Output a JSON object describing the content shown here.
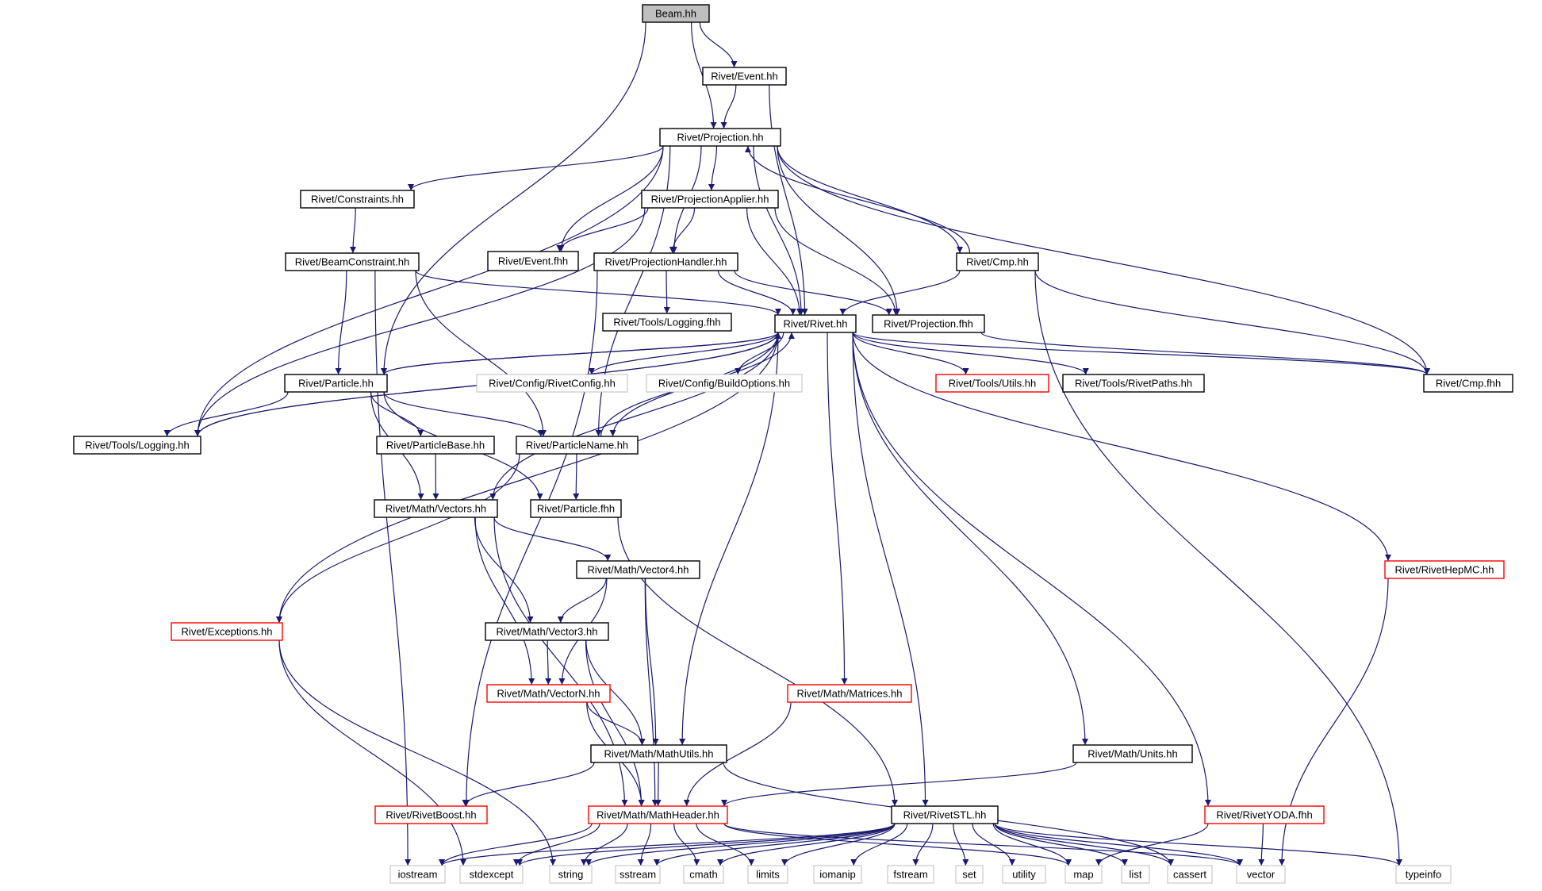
{
  "colors": {
    "edge": "#191970",
    "box_root_fill": "#bfbfbf",
    "box_border_normal": "#000000",
    "box_border_truncated": "#ff0000",
    "box_border_external": "#bfbfbf",
    "text": "#000000"
  },
  "nodes": [
    {
      "id": "beam_hh",
      "label": "Beam.hh",
      "style": "root"
    },
    {
      "id": "event_hh",
      "label": "Rivet/Event.hh",
      "style": "normal"
    },
    {
      "id": "projection_hh",
      "label": "Rivet/Projection.hh",
      "style": "normal"
    },
    {
      "id": "constraints_hh",
      "label": "Rivet/Constraints.hh",
      "style": "normal"
    },
    {
      "id": "projectionapplier_hh",
      "label": "Rivet/ProjectionApplier.hh",
      "style": "normal"
    },
    {
      "id": "beamconstraint_hh",
      "label": "Rivet/BeamConstraint.hh",
      "style": "normal"
    },
    {
      "id": "event_fhh",
      "label": "Rivet/Event.fhh",
      "style": "normal"
    },
    {
      "id": "projectionhandler_hh",
      "label": "Rivet/ProjectionHandler.hh",
      "style": "normal"
    },
    {
      "id": "cmp_hh",
      "label": "Rivet/Cmp.hh",
      "style": "normal"
    },
    {
      "id": "tools_logging_fhh",
      "label": "Rivet/Tools/Logging.fhh",
      "style": "normal"
    },
    {
      "id": "rivet_hh",
      "label": "Rivet/Rivet.hh",
      "style": "normal"
    },
    {
      "id": "projection_fhh",
      "label": "Rivet/Projection.fhh",
      "style": "normal"
    },
    {
      "id": "particle_hh",
      "label": "Rivet/Particle.hh",
      "style": "normal"
    },
    {
      "id": "rivetconfig_hh",
      "label": "Rivet/Config/RivetConfig.hh",
      "style": "external"
    },
    {
      "id": "buildoptions_hh",
      "label": "Rivet/Config/BuildOptions.hh",
      "style": "external"
    },
    {
      "id": "tools_utils_hh",
      "label": "Rivet/Tools/Utils.hh",
      "style": "truncated"
    },
    {
      "id": "tools_rivetpaths_hh",
      "label": "Rivet/Tools/RivetPaths.hh",
      "style": "normal"
    },
    {
      "id": "cmp_fhh",
      "label": "Rivet/Cmp.fhh",
      "style": "normal"
    },
    {
      "id": "tools_logging_hh",
      "label": "Rivet/Tools/Logging.hh",
      "style": "normal"
    },
    {
      "id": "particlebase_hh",
      "label": "Rivet/ParticleBase.hh",
      "style": "normal"
    },
    {
      "id": "particlename_hh",
      "label": "Rivet/ParticleName.hh",
      "style": "normal"
    },
    {
      "id": "math_vectors_hh",
      "label": "Rivet/Math/Vectors.hh",
      "style": "normal"
    },
    {
      "id": "particle_fhh",
      "label": "Rivet/Particle.fhh",
      "style": "normal"
    },
    {
      "id": "math_vector4_hh",
      "label": "Rivet/Math/Vector4.hh",
      "style": "normal"
    },
    {
      "id": "rivethepmc_hh",
      "label": "Rivet/RivetHepMC.hh",
      "style": "truncated"
    },
    {
      "id": "exceptions_hh",
      "label": "Rivet/Exceptions.hh",
      "style": "truncated"
    },
    {
      "id": "math_vector3_hh",
      "label": "Rivet/Math/Vector3.hh",
      "style": "normal"
    },
    {
      "id": "math_vectorn_hh",
      "label": "Rivet/Math/VectorN.hh",
      "style": "truncated"
    },
    {
      "id": "math_matrices_hh",
      "label": "Rivet/Math/Matrices.hh",
      "style": "truncated"
    },
    {
      "id": "math_mathutils_hh",
      "label": "Rivet/Math/MathUtils.hh",
      "style": "normal"
    },
    {
      "id": "math_units_hh",
      "label": "Rivet/Math/Units.hh",
      "style": "normal"
    },
    {
      "id": "rivetboost_hh",
      "label": "Rivet/RivetBoost.hh",
      "style": "truncated"
    },
    {
      "id": "math_mathheader_hh",
      "label": "Rivet/Math/MathHeader.hh",
      "style": "truncated"
    },
    {
      "id": "rivetstl_hh",
      "label": "Rivet/RivetSTL.hh",
      "style": "normal"
    },
    {
      "id": "rivetyoda_fhh",
      "label": "Rivet/RivetYODA.fhh",
      "style": "truncated"
    },
    {
      "id": "iostream",
      "label": "iostream",
      "style": "external"
    },
    {
      "id": "stdexcept",
      "label": "stdexcept",
      "style": "external"
    },
    {
      "id": "string",
      "label": "string",
      "style": "external"
    },
    {
      "id": "sstream",
      "label": "sstream",
      "style": "external"
    },
    {
      "id": "cmath",
      "label": "cmath",
      "style": "external"
    },
    {
      "id": "limits",
      "label": "limits",
      "style": "external"
    },
    {
      "id": "iomanip",
      "label": "iomanip",
      "style": "external"
    },
    {
      "id": "fstream",
      "label": "fstream",
      "style": "external"
    },
    {
      "id": "set",
      "label": "set",
      "style": "external"
    },
    {
      "id": "utility",
      "label": "utility",
      "style": "external"
    },
    {
      "id": "map",
      "label": "map",
      "style": "external"
    },
    {
      "id": "list",
      "label": "list",
      "style": "external"
    },
    {
      "id": "cassert",
      "label": "cassert",
      "style": "external"
    },
    {
      "id": "vector",
      "label": "vector",
      "style": "external"
    },
    {
      "id": "typeinfo",
      "label": "typeinfo",
      "style": "external"
    }
  ],
  "edges": [
    [
      "beam_hh",
      "event_hh"
    ],
    [
      "beam_hh",
      "projection_hh"
    ],
    [
      "beam_hh",
      "particle_hh"
    ],
    [
      "event_hh",
      "projection_hh"
    ],
    [
      "event_hh",
      "rivet_hh"
    ],
    [
      "projection_hh",
      "constraints_hh"
    ],
    [
      "projection_hh",
      "projectionapplier_hh"
    ],
    [
      "projection_hh",
      "event_fhh"
    ],
    [
      "projection_hh",
      "projectionhandler_hh"
    ],
    [
      "projection_hh",
      "cmp_hh"
    ],
    [
      "projection_hh",
      "rivet_hh"
    ],
    [
      "projection_hh",
      "projection_fhh"
    ],
    [
      "projection_hh",
      "cmp_fhh"
    ],
    [
      "projection_hh",
      "tools_logging_hh"
    ],
    [
      "projection_hh",
      "particlename_hh"
    ],
    [
      "constraints_hh",
      "beamconstraint_hh"
    ],
    [
      "projectionapplier_hh",
      "event_fhh"
    ],
    [
      "projectionapplier_hh",
      "projectionhandler_hh"
    ],
    [
      "projectionapplier_hh",
      "rivet_hh"
    ],
    [
      "projectionapplier_hh",
      "projection_fhh"
    ],
    [
      "projectionapplier_hh",
      "tools_logging_hh"
    ],
    [
      "beamconstraint_hh",
      "rivet_hh"
    ],
    [
      "beamconstraint_hh",
      "particle_hh"
    ],
    [
      "beamconstraint_hh",
      "particlename_hh"
    ],
    [
      "beamconstraint_hh",
      "iostream"
    ],
    [
      "projectionhandler_hh",
      "tools_logging_fhh"
    ],
    [
      "projectionhandler_hh",
      "rivet_hh"
    ],
    [
      "projectionhandler_hh",
      "projection_fhh"
    ],
    [
      "projectionhandler_hh",
      "rivetboost_hh"
    ],
    [
      "cmp_hh",
      "projection_hh"
    ],
    [
      "cmp_hh",
      "rivet_hh"
    ],
    [
      "cmp_hh",
      "cmp_fhh"
    ],
    [
      "cmp_hh",
      "typeinfo"
    ],
    [
      "projection_fhh",
      "cmp_fhh"
    ],
    [
      "rivet_hh",
      "particle_hh"
    ],
    [
      "rivet_hh",
      "rivetconfig_hh"
    ],
    [
      "rivet_hh",
      "buildoptions_hh"
    ],
    [
      "rivet_hh",
      "tools_utils_hh"
    ],
    [
      "rivet_hh",
      "tools_rivetpaths_hh"
    ],
    [
      "rivet_hh",
      "cmp_fhh"
    ],
    [
      "rivet_hh",
      "tools_logging_hh"
    ],
    [
      "rivet_hh",
      "particlename_hh"
    ],
    [
      "rivet_hh",
      "math_vectors_hh"
    ],
    [
      "rivet_hh",
      "rivethepmc_hh"
    ],
    [
      "rivet_hh",
      "exceptions_hh"
    ],
    [
      "rivet_hh",
      "math_matrices_hh"
    ],
    [
      "rivet_hh",
      "math_mathutils_hh"
    ],
    [
      "rivet_hh",
      "math_units_hh"
    ],
    [
      "rivet_hh",
      "rivetstl_hh"
    ],
    [
      "rivet_hh",
      "rivetyoda_fhh"
    ],
    [
      "particle_hh",
      "rivet_hh"
    ],
    [
      "particle_hh",
      "tools_logging_hh"
    ],
    [
      "particle_hh",
      "particlebase_hh"
    ],
    [
      "particle_hh",
      "particlename_hh"
    ],
    [
      "particle_hh",
      "math_vectors_hh"
    ],
    [
      "particle_hh",
      "particle_fhh"
    ],
    [
      "tools_logging_hh",
      "rivet_hh"
    ],
    [
      "particlebase_hh",
      "math_vectors_hh"
    ],
    [
      "particlename_hh",
      "rivet_hh"
    ],
    [
      "particlename_hh",
      "particle_fhh"
    ],
    [
      "particlename_hh",
      "exceptions_hh"
    ],
    [
      "particle_fhh",
      "rivetstl_hh"
    ],
    [
      "math_vectors_hh",
      "math_vector4_hh"
    ],
    [
      "math_vectors_hh",
      "math_vector3_hh"
    ],
    [
      "math_vectors_hh",
      "math_vectorn_hh"
    ],
    [
      "math_vectors_hh",
      "math_mathheader_hh"
    ],
    [
      "math_vector4_hh",
      "math_vector3_hh"
    ],
    [
      "math_vector4_hh",
      "math_vectorn_hh"
    ],
    [
      "math_vector4_hh",
      "math_mathutils_hh"
    ],
    [
      "math_vector4_hh",
      "math_mathheader_hh"
    ],
    [
      "math_vector3_hh",
      "math_vectorn_hh"
    ],
    [
      "math_vector3_hh",
      "math_mathutils_hh"
    ],
    [
      "math_vector3_hh",
      "math_mathheader_hh"
    ],
    [
      "math_vectorn_hh",
      "math_mathutils_hh"
    ],
    [
      "math_vectorn_hh",
      "math_mathheader_hh"
    ],
    [
      "math_matrices_hh",
      "math_mathheader_hh"
    ],
    [
      "math_mathutils_hh",
      "math_mathheader_hh"
    ],
    [
      "math_mathutils_hh",
      "rivetboost_hh"
    ],
    [
      "math_mathutils_hh",
      "cassert"
    ],
    [
      "math_units_hh",
      "math_mathheader_hh"
    ],
    [
      "exceptions_hh",
      "stdexcept"
    ],
    [
      "exceptions_hh",
      "string"
    ],
    [
      "rivethepmc_hh",
      "vector"
    ],
    [
      "rivetyoda_fhh",
      "vector"
    ],
    [
      "rivetyoda_fhh",
      "map"
    ],
    [
      "math_mathheader_hh",
      "iostream"
    ],
    [
      "math_mathheader_hh",
      "stdexcept"
    ],
    [
      "math_mathheader_hh",
      "string"
    ],
    [
      "math_mathheader_hh",
      "sstream"
    ],
    [
      "math_mathheader_hh",
      "cmath"
    ],
    [
      "math_mathheader_hh",
      "limits"
    ],
    [
      "math_mathheader_hh",
      "map"
    ],
    [
      "math_mathheader_hh",
      "vector"
    ],
    [
      "rivetstl_hh",
      "iostream"
    ],
    [
      "rivetstl_hh",
      "stdexcept"
    ],
    [
      "rivetstl_hh",
      "string"
    ],
    [
      "rivetstl_hh",
      "sstream"
    ],
    [
      "rivetstl_hh",
      "cmath"
    ],
    [
      "rivetstl_hh",
      "limits"
    ],
    [
      "rivetstl_hh",
      "iomanip"
    ],
    [
      "rivetstl_hh",
      "fstream"
    ],
    [
      "rivetstl_hh",
      "set"
    ],
    [
      "rivetstl_hh",
      "utility"
    ],
    [
      "rivetstl_hh",
      "map"
    ],
    [
      "rivetstl_hh",
      "list"
    ],
    [
      "rivetstl_hh",
      "cassert"
    ],
    [
      "rivetstl_hh",
      "vector"
    ],
    [
      "rivetstl_hh",
      "typeinfo"
    ]
  ]
}
